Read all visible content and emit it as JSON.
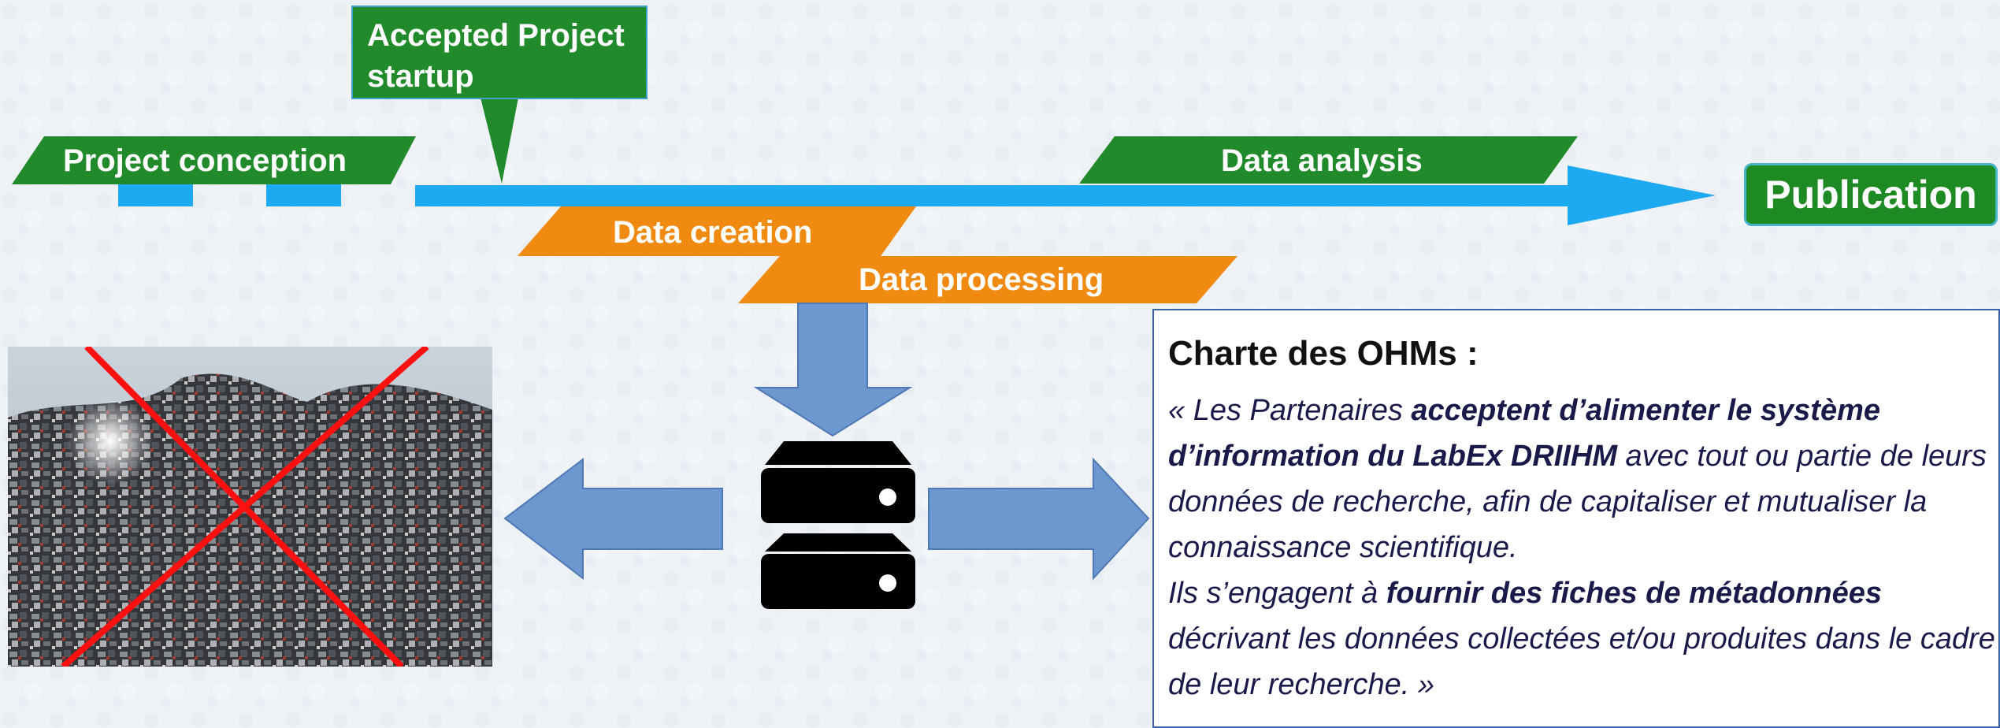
{
  "timeline": {
    "project_conception": "Project conception",
    "accepted_project": "Accepted Project\n startup",
    "data_analysis": "Data analysis",
    "data_creation": "Data creation",
    "data_processing": "Data processing",
    "publication": "Publication"
  },
  "charter": {
    "title": "Charte des OHMs :",
    "p1_a": "« Les Partenaires ",
    "p1_b": "acceptent d’alimenter le système d’information du LabEx DRIIHM",
    "p1_c": " avec tout ou partie de leurs données de recherche, afin de capitaliser et mutualiser la connaissance scientifique.",
    "p2_a": "Ils s’engagent à ",
    "p2_b": "fournir des fiches de métadonnées",
    "p2_c": " décrivant les données collectées et/ou produites dans le cadre de leur recherche. »"
  },
  "colors": {
    "green": "#218a2a",
    "orange": "#f08a10",
    "blue_arrow": "#1eaaf0",
    "steel_blue": "#6d97cf",
    "red_cross": "#ff1010"
  },
  "icons": [
    "server-icon",
    "left-arrow",
    "right-arrow",
    "down-arrow",
    "red-cross"
  ]
}
